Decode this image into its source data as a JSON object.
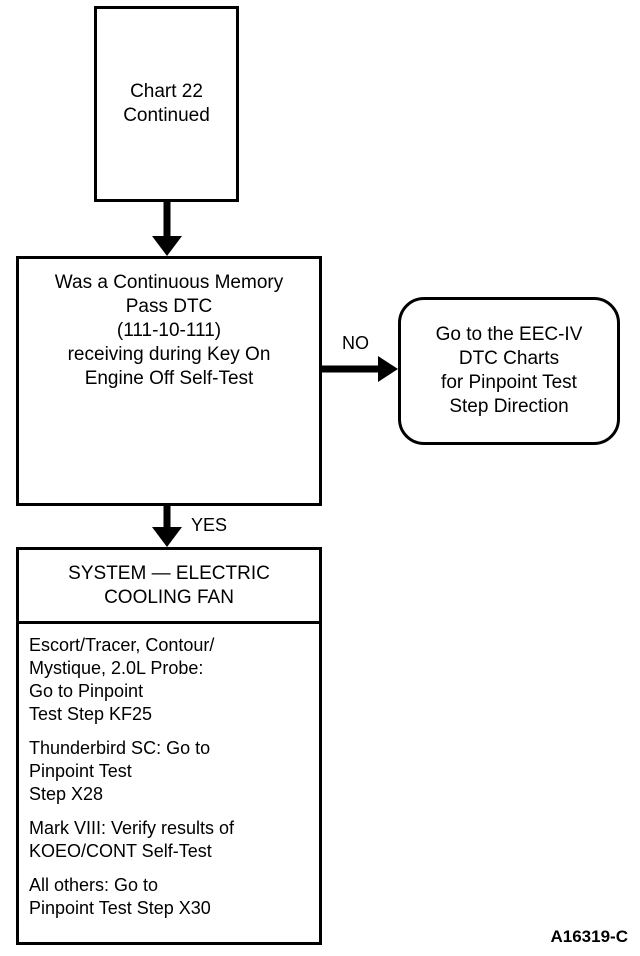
{
  "start": {
    "lines": [
      "Chart 22",
      "Continued"
    ]
  },
  "decision": {
    "lines": [
      "Was a Continuous Memory",
      "Pass DTC",
      "(111-10-111)",
      "receiving during Key On",
      "Engine Off Self-Test"
    ]
  },
  "no_label": "NO",
  "yes_label": "YES",
  "no_action": {
    "lines": [
      "Go to the EEC-IV",
      "DTC Charts",
      "for Pinpoint Test",
      "Step Direction"
    ]
  },
  "system": {
    "lines": [
      "SYSTEM — ELECTRIC",
      "COOLING FAN"
    ]
  },
  "items": [
    {
      "lines": [
        "Escort/Tracer, Contour/",
        "Mystique, 2.0L Probe:",
        "Go to Pinpoint",
        "Test Step KF25"
      ]
    },
    {
      "lines": [
        "Thunderbird SC: Go to",
        "Pinpoint Test",
        "Step X28"
      ]
    },
    {
      "lines": [
        "Mark VIII: Verify results of",
        "KOEO/CONT Self-Test"
      ]
    },
    {
      "lines": [
        "All others: Go to",
        "Pinpoint Test Step X30"
      ]
    }
  ],
  "figure_id": "A16319-C"
}
